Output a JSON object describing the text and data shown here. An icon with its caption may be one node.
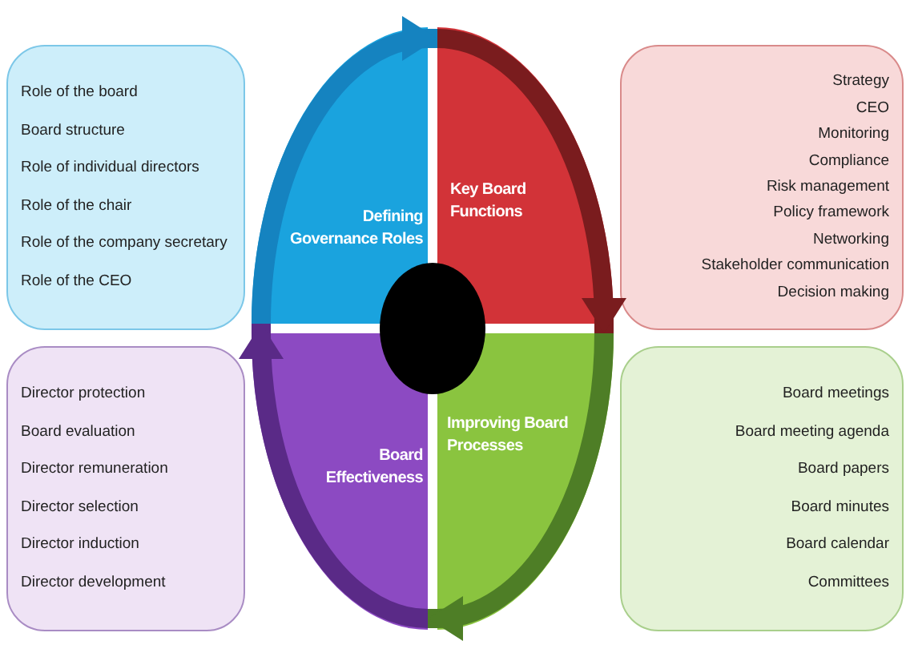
{
  "diagram": {
    "nodes": [
      {
        "text": [
          "Role of the board",
          "Board structure",
          "Role of individual directors",
          "Role of the chair",
          "Role of the company secretary",
          "Role of the CEO"
        ]
      },
      {
        "text": [
          "Defining Governance Roles"
        ]
      },
      {
        "text": [
          "Key Board Functions"
        ]
      },
      {
        "text": [
          "Strategy",
          "CEO",
          "Monitoring",
          "Compliance",
          "Risk management",
          "Policy framework",
          "Networking",
          "Stakeholder communication",
          "Decision making"
        ]
      },
      {
        "text": [],
        "shape": "circle"
      },
      {
        "text": [
          "Director protection",
          "Board evaluation",
          "Director remuneration",
          "Director selection",
          "Director induction",
          "Director development"
        ]
      },
      {
        "text": [
          "Board Effectiveness"
        ]
      },
      {
        "text": [
          "Improving Board Processes"
        ]
      },
      {
        "text": [
          "Board meetings",
          "Board meeting agenda",
          "Board papers",
          "Board minutes",
          "Board calendar",
          "Committees"
        ]
      }
    ],
    "edges": [
      {
        "from": 1,
        "to": 2,
        "arrow": "to",
        "color": "#1583c0"
      },
      {
        "from": 2,
        "to": 7,
        "arrow": "to",
        "color": "#7a1c1e"
      },
      {
        "from": 7,
        "to": 6,
        "arrow": "to",
        "color": "#4e7e26"
      },
      {
        "from": 6,
        "to": 1,
        "arrow": "to",
        "color": "#5a2a87"
      }
    ]
  }
}
